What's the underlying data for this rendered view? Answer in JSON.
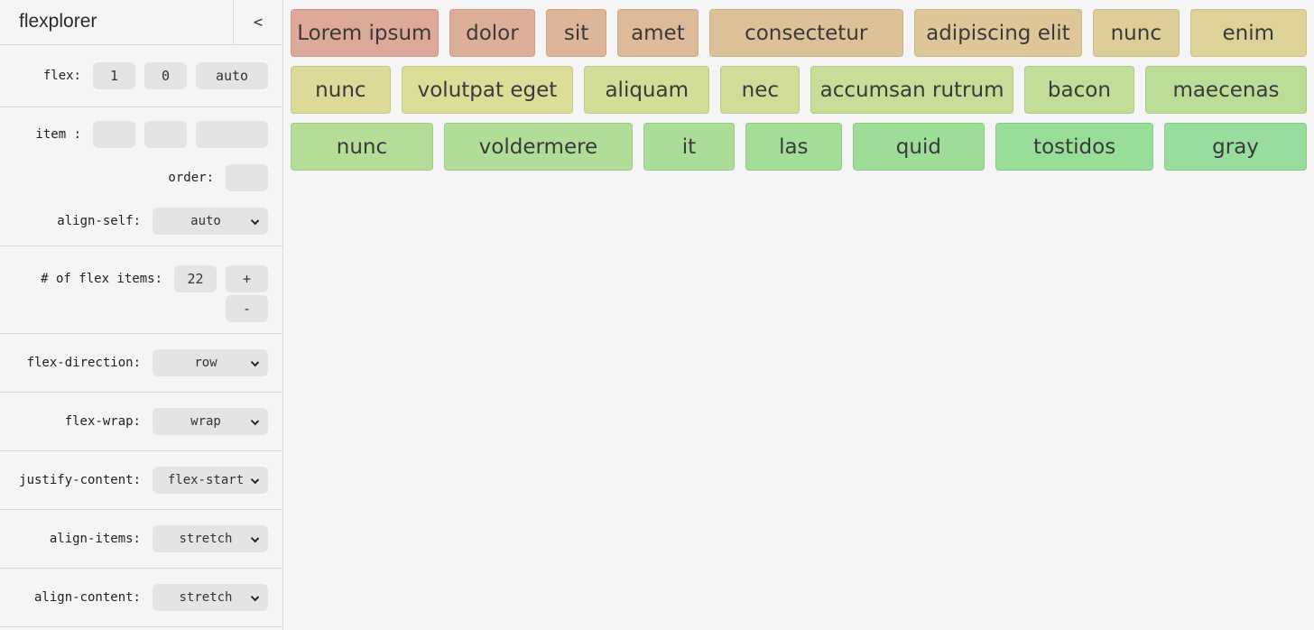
{
  "header": {
    "title": "flexplorer",
    "collapse_label": "<"
  },
  "sidebar": {
    "flex": {
      "label": "flex:",
      "grow": "1",
      "shrink": "0",
      "basis": "auto"
    },
    "item": {
      "label": "item :",
      "grow": "",
      "shrink": "",
      "basis": ""
    },
    "order": {
      "label": "order:",
      "value": ""
    },
    "align_self": {
      "label": "align-self:",
      "value": "auto"
    },
    "num_items": {
      "label": "# of flex items:",
      "value": "22",
      "increment_label": "+",
      "decrement_label": "-"
    },
    "flex_direction": {
      "label": "flex-direction:",
      "value": "row"
    },
    "flex_wrap": {
      "label": "flex-wrap:",
      "value": "wrap"
    },
    "justify_content": {
      "label": "justify-content:",
      "value": "flex-start"
    },
    "align_items": {
      "label": "align-items:",
      "value": "stretch"
    },
    "align_content": {
      "label": "align-content:",
      "value": "stretch"
    }
  },
  "colors": {
    "page_bg": "#f5f5f5",
    "control_bg": "#e4e4e4",
    "divider": "#d9d9d9",
    "label_text": "#222222",
    "item_text": "#3a3a3a"
  },
  "flex_items": [
    {
      "label": "Lorem ipsum",
      "color": "#dda998"
    },
    {
      "label": "dolor",
      "color": "#ddaf98"
    },
    {
      "label": "sit",
      "color": "#ddb598"
    },
    {
      "label": "amet",
      "color": "#ddbb98"
    },
    {
      "label": "consectetur",
      "color": "#ddc198"
    },
    {
      "label": "adipiscing elit",
      "color": "#ddc798"
    },
    {
      "label": "nunc",
      "color": "#ddcd98"
    },
    {
      "label": "enim",
      "color": "#ddd398"
    },
    {
      "label": "nunc",
      "color": "#ddd998"
    },
    {
      "label": "volutpat eget",
      "color": "#dbdd98"
    },
    {
      "label": "aliquam",
      "color": "#d4dd98"
    },
    {
      "label": "nec",
      "color": "#cfdd98"
    },
    {
      "label": "accumsan rutrum",
      "color": "#c8dd98"
    },
    {
      "label": "bacon",
      "color": "#c2dd98"
    },
    {
      "label": "maecenas",
      "color": "#bcdd98"
    },
    {
      "label": "nunc",
      "color": "#b6dd98"
    },
    {
      "label": "voldermere",
      "color": "#b0dd98"
    },
    {
      "label": "it",
      "color": "#aadd98"
    },
    {
      "label": "las",
      "color": "#a4dd98"
    },
    {
      "label": "quid",
      "color": "#9edd98"
    },
    {
      "label": "tostidos",
      "color": "#98dd98"
    },
    {
      "label": "gray",
      "color": "#98dd9e"
    }
  ]
}
